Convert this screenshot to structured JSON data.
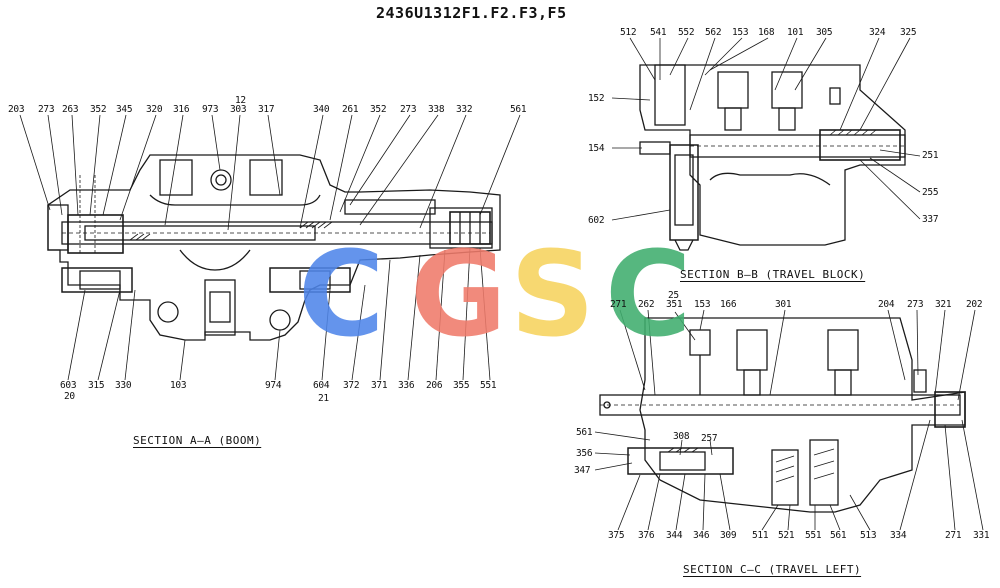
{
  "title": "2436U1312F1.F2.F3,F5",
  "watermark": {
    "letters": [
      "C",
      "G",
      "S",
      "C"
    ],
    "colors": [
      "#4f86ea",
      "#f07b6b",
      "#f7d35e",
      "#3fae6e"
    ]
  },
  "sections": {
    "aa": {
      "caption": "SECTION A—A (BOOM)"
    },
    "bb": {
      "caption": "SECTION B—B (TRAVEL BLOCK)"
    },
    "cc": {
      "caption": "SECTION C—C (TRAVEL LEFT)"
    }
  },
  "labels": {
    "aa_203": "203",
    "aa_273a": "273",
    "aa_263": "263",
    "aa_352a": "352",
    "aa_345": "345",
    "aa_320": "320",
    "aa_316": "316",
    "aa_973": "973",
    "aa_12": "12",
    "aa_303": "303",
    "aa_317": "317",
    "aa_340": "340",
    "aa_261": "261",
    "aa_352b": "352",
    "aa_273b": "273",
    "aa_338": "338",
    "aa_332": "332",
    "aa_561": "561",
    "aa_603": "603",
    "aa_20": "20",
    "aa_315": "315",
    "aa_330": "330",
    "aa_103": "103",
    "aa_974": "974",
    "aa_604": "604",
    "aa_21": "21",
    "aa_372": "372",
    "aa_371": "371",
    "aa_336": "336",
    "aa_206": "206",
    "aa_355": "355",
    "aa_551": "551",
    "bb_512": "512",
    "bb_541": "541",
    "bb_552": "552",
    "bb_562": "562",
    "bb_153": "153",
    "bb_168": "168",
    "bb_101": "101",
    "bb_305": "305",
    "bb_324": "324",
    "bb_325": "325",
    "bb_152": "152",
    "bb_154": "154",
    "bb_251": "251",
    "bb_255": "255",
    "bb_337": "337",
    "bb_602": "602",
    "cc_271a": "271",
    "cc_262": "262",
    "cc_25": "25",
    "cc_351": "351",
    "cc_153": "153",
    "cc_166": "166",
    "cc_301": "301",
    "cc_204": "204",
    "cc_273": "273",
    "cc_321": "321",
    "cc_202": "202",
    "cc_561a": "561",
    "cc_308": "308",
    "cc_257": "257",
    "cc_356": "356",
    "cc_347": "347",
    "cc_375": "375",
    "cc_376": "376",
    "cc_344": "344",
    "cc_346": "346",
    "cc_309": "309",
    "cc_511": "511",
    "cc_521": "521",
    "cc_551": "551",
    "cc_561b": "561",
    "cc_513": "513",
    "cc_334": "334",
    "cc_271b": "271",
    "cc_331": "331"
  }
}
